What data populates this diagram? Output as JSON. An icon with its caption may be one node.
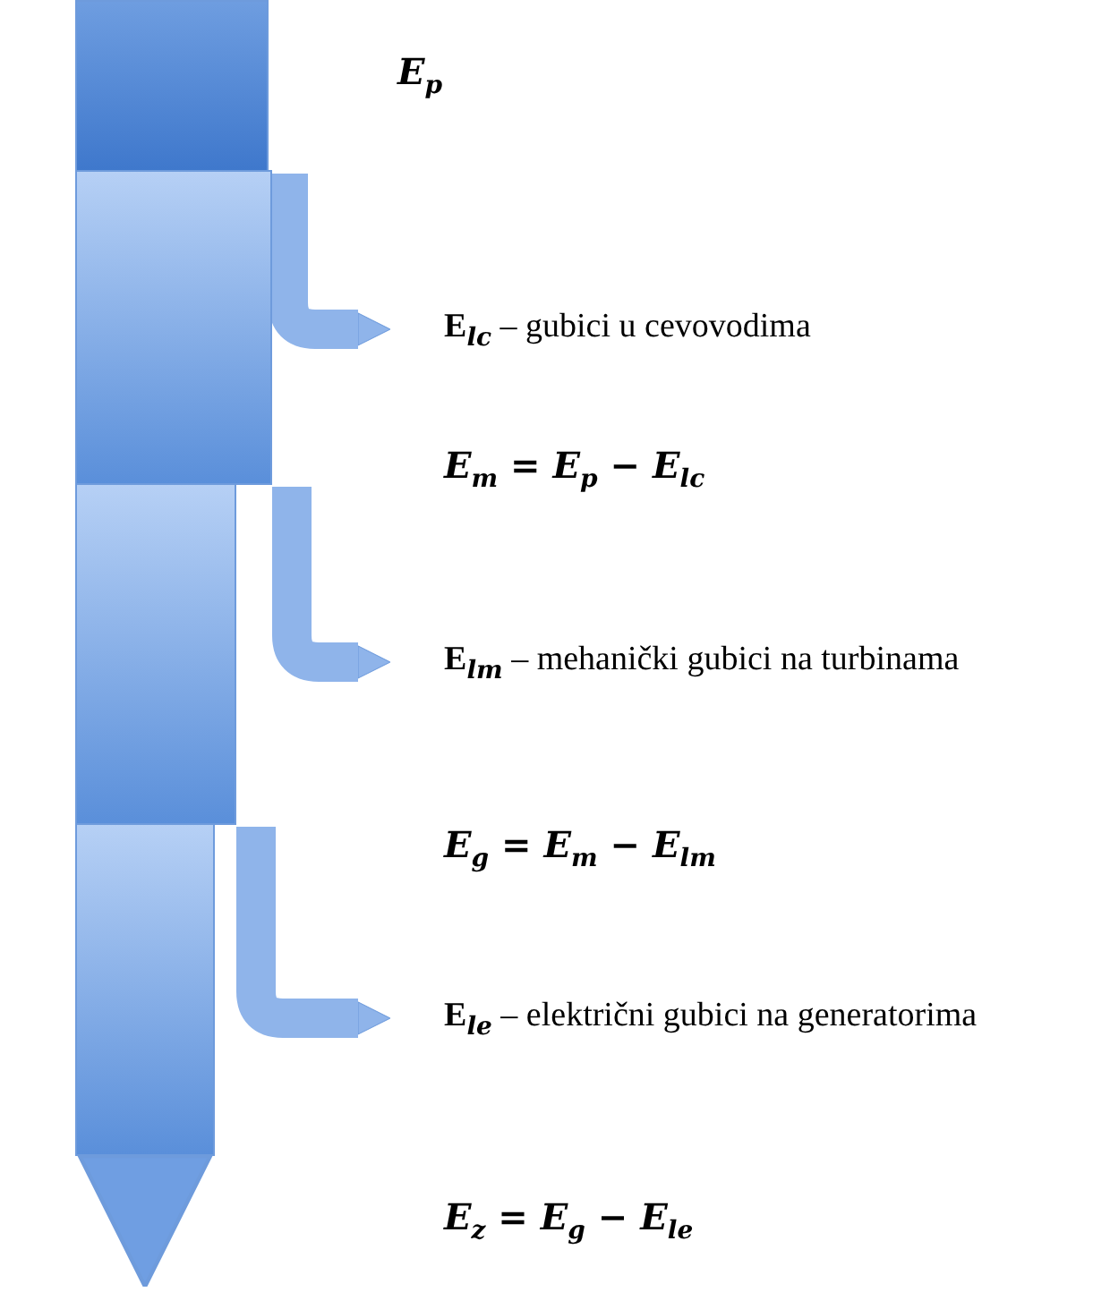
{
  "diagram": {
    "nodes": [
      {
        "text": [],
        "shape": "bar",
        "beside": [
          "E$_{p}$"
        ]
      },
      {
        "text": [],
        "shape": "bar"
      },
      {
        "text": [],
        "shape": "bar"
      },
      {
        "text": [],
        "shape": "bar"
      },
      {
        "text": [
          "**E**$_{lc}$ – gubici u cevovodima"
        ]
      },
      {
        "text": [
          "**E**$_{lm}$ – mehanički gubici na turbinama"
        ]
      },
      {
        "text": [
          "**E**$_{le}$ – električni gubici na generatorima"
        ]
      }
    ],
    "edges": [
      {
        "from": 0,
        "to": 4,
        "arrow": "to"
      },
      {
        "from": 1,
        "to": 5,
        "arrow": "to"
      },
      {
        "from": 2,
        "to": 6,
        "arrow": "to"
      },
      {
        "from": 3,
        "to": null,
        "arrow": "to"
      }
    ],
    "labels": [
      "E$_{m}$ = E$_{p}$ − E$_{lc}$",
      "E$_{g}$ = E$_{m}$ − E$_{lm}$",
      "E$_{z}$ = E$_{g}$ − E$_{le}$"
    ]
  }
}
